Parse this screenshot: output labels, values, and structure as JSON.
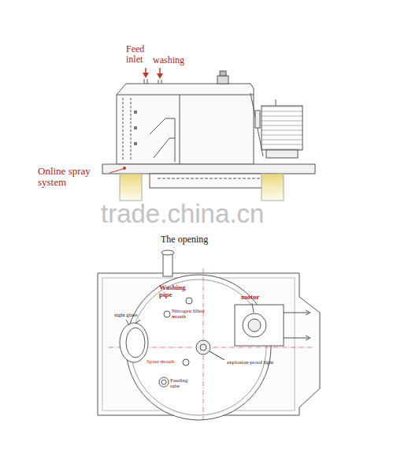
{
  "diagram": {
    "labels": [
      "Feed inlet",
      "washing",
      "Online spray system",
      "trade.china.cn",
      "The opening",
      "Washing pipe",
      "sight glass",
      "Nitrogen filled mouth",
      "Spare mouth",
      "Feeding tube",
      "motor",
      "explosion-proof light"
    ]
  }
}
